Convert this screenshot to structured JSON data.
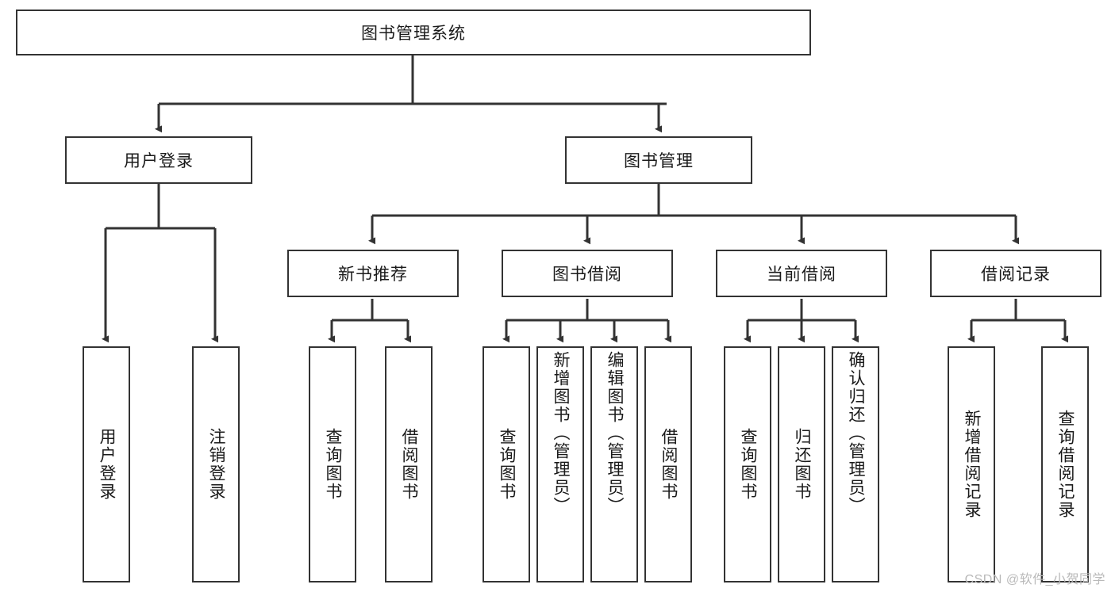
{
  "diagram": {
    "title": "图书管理系统",
    "type": "tree-hierarchy",
    "colors": {
      "stroke": "#333333",
      "fill": "#ffffff",
      "text": "#1a1a1a",
      "watermark": "#b9b9b9"
    },
    "root": {
      "label": "图书管理系统"
    },
    "level2": [
      {
        "label": "用户登录"
      },
      {
        "label": "图书管理"
      }
    ],
    "level3": [
      {
        "label": "新书推荐"
      },
      {
        "label": "图书借阅"
      },
      {
        "label": "当前借阅"
      },
      {
        "label": "借阅记录"
      }
    ],
    "leaves": {
      "user_login": [
        {
          "label": "用户登录"
        },
        {
          "label": "注销登录"
        }
      ],
      "new_book": [
        {
          "label": "查询图书"
        },
        {
          "label": "借阅图书"
        }
      ],
      "book_borrow": [
        {
          "label": "查询图书"
        },
        {
          "label": "新增图书（管理员）"
        },
        {
          "label": "编辑图书（管理员）"
        },
        {
          "label": "借阅图书"
        }
      ],
      "current_borrow": [
        {
          "label": "查询图书"
        },
        {
          "label": "归还图书"
        },
        {
          "label": "确认归还（管理员）"
        }
      ],
      "borrow_record": [
        {
          "label": "新增借阅记录"
        },
        {
          "label": "查询借阅记录"
        }
      ]
    }
  },
  "watermark": {
    "text": "CSDN @软件_小贺同学"
  }
}
